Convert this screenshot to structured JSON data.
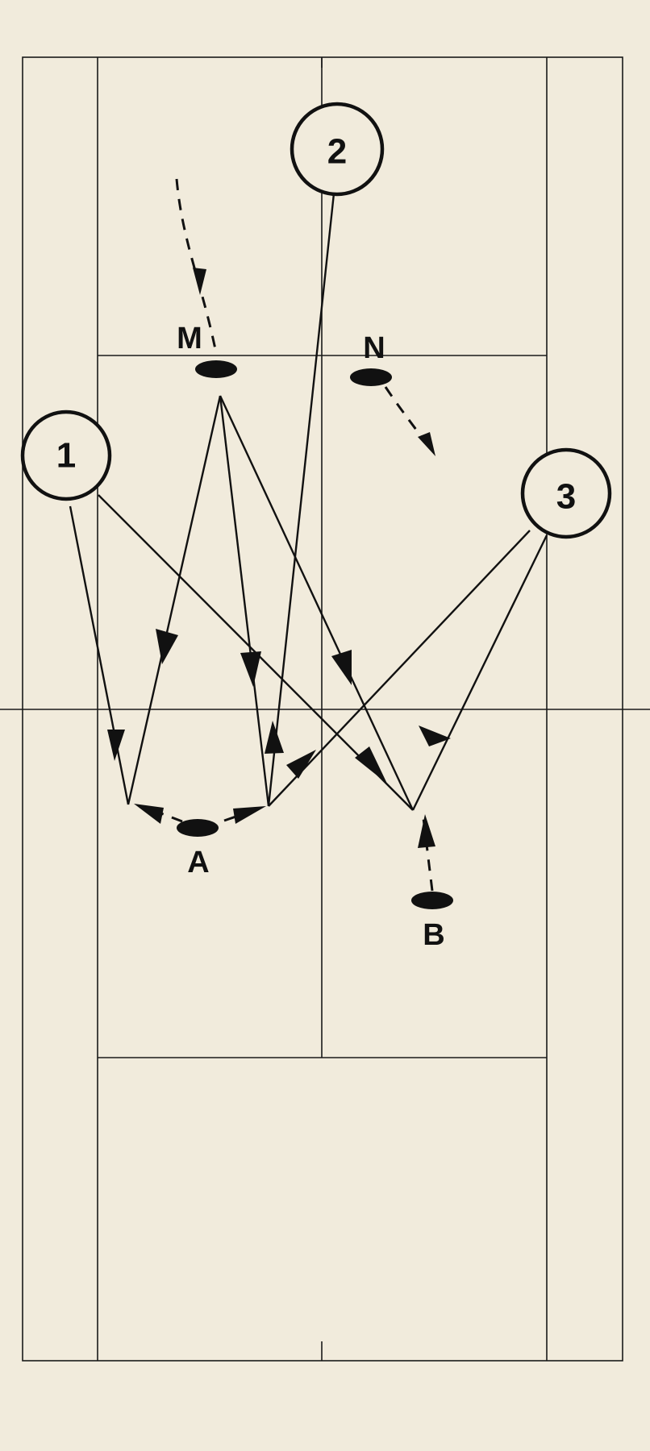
{
  "players": [
    {
      "id": "M",
      "label": "M"
    },
    {
      "id": "N",
      "label": "N"
    },
    {
      "id": "A",
      "label": "A"
    },
    {
      "id": "B",
      "label": "B"
    }
  ],
  "targets": [
    {
      "id": "1",
      "label": "1"
    },
    {
      "id": "2",
      "label": "2"
    },
    {
      "id": "3",
      "label": "3"
    }
  ],
  "colors": {
    "background": "#f1ebdc",
    "ink": "#111111"
  }
}
